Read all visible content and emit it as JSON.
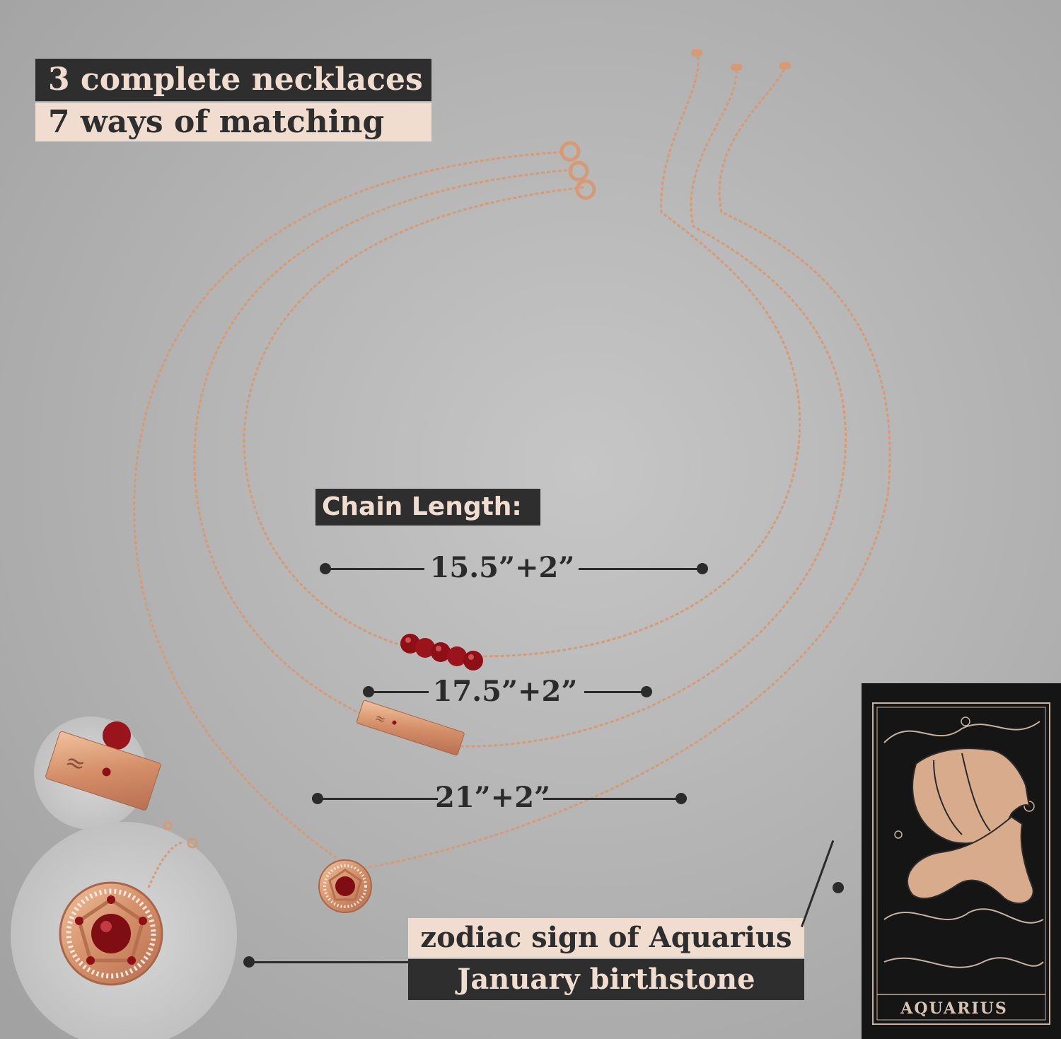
{
  "header": {
    "line1": "3 complete necklaces",
    "line2": "7 ways of matching"
  },
  "chain_length_label": "Chain Length:",
  "lengths": [
    "15.5”+2”",
    "17.5”+2”",
    "21”+2”"
  ],
  "pendant_caption": {
    "line1": "zodiac sign of Aquarius",
    "line2": "January birthstone"
  },
  "card_label": "AQUARIUS",
  "colors": {
    "background": "#b3b3b3",
    "chain": "#d69a76",
    "bead": "#8e0f16",
    "label_dark": "#2e2e2e",
    "label_light": "#f1dcd0",
    "card": "#151515"
  }
}
